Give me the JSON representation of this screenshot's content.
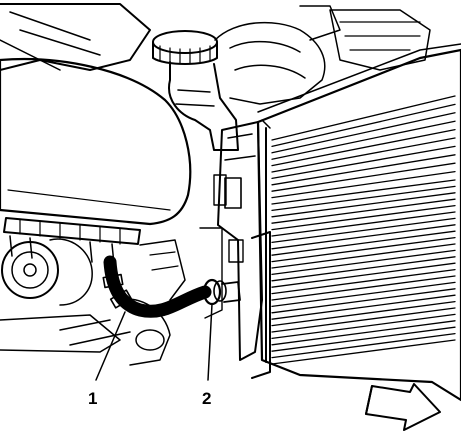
{
  "figure": {
    "callouts": [
      {
        "id": "1",
        "label": "1"
      },
      {
        "id": "2",
        "label": "2"
      }
    ],
    "arrow_icon": "direction-arrow-icon"
  }
}
